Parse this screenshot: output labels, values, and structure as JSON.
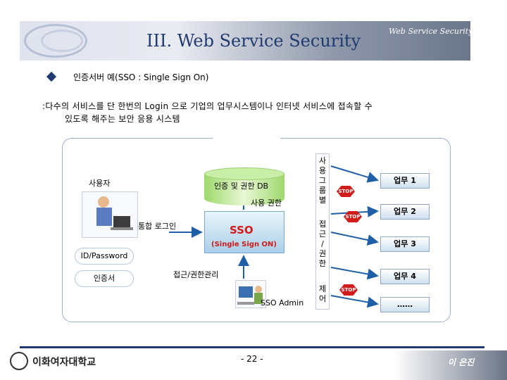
{
  "header": {
    "title": "III. Web Service Security",
    "tag": "Web Service Security"
  },
  "bullet": "인증서버 예(SSO : Single Sign On)",
  "description": {
    "line1": ":다수의 서비스를 단 한번의 Login 으로 기업의 업무시스템이나 인터넷 서비스에 접속할 수",
    "line2": "있도록 해주는 보안 응용 시스템"
  },
  "diagram": {
    "user_label": "사용자",
    "db_label": "인증 및 권한 DB",
    "user_rights": "사용 권한",
    "integrated_login": "통합 로그인",
    "sso_title": "SSO",
    "sso_subtitle": "(Single Sign ON)",
    "id_password": "ID/Password",
    "certificate": "인증서",
    "access_management": "접근/권한관리",
    "sso_admin": "SSO Admin",
    "vertical_1": [
      "사",
      "용",
      "그",
      "룹",
      "별"
    ],
    "vertical_2": [
      "접",
      "근",
      "/",
      "권",
      "한"
    ],
    "vertical_3": [
      "제",
      "어"
    ],
    "stop_label": "STOP",
    "tasks": [
      "업무 1",
      "업무 2",
      "업무 3",
      "업무 4"
    ],
    "ellipsis": "……"
  },
  "footer": {
    "logo_text": "이화여자대학교",
    "page": "- 22 -",
    "author": "이 은진"
  },
  "colors": {
    "accent": "#1f3a6e",
    "sso_red": "#d11a1a",
    "db_green": "#9ed96b",
    "stop_red": "#d21b1b"
  }
}
